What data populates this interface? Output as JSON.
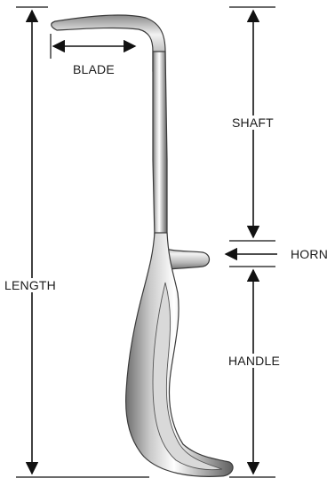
{
  "diagram": {
    "labels": {
      "blade": "BLADE",
      "shaft": "SHAFT",
      "horn": "HORN",
      "length": "LENGTH",
      "handle": "HANDLE"
    }
  }
}
